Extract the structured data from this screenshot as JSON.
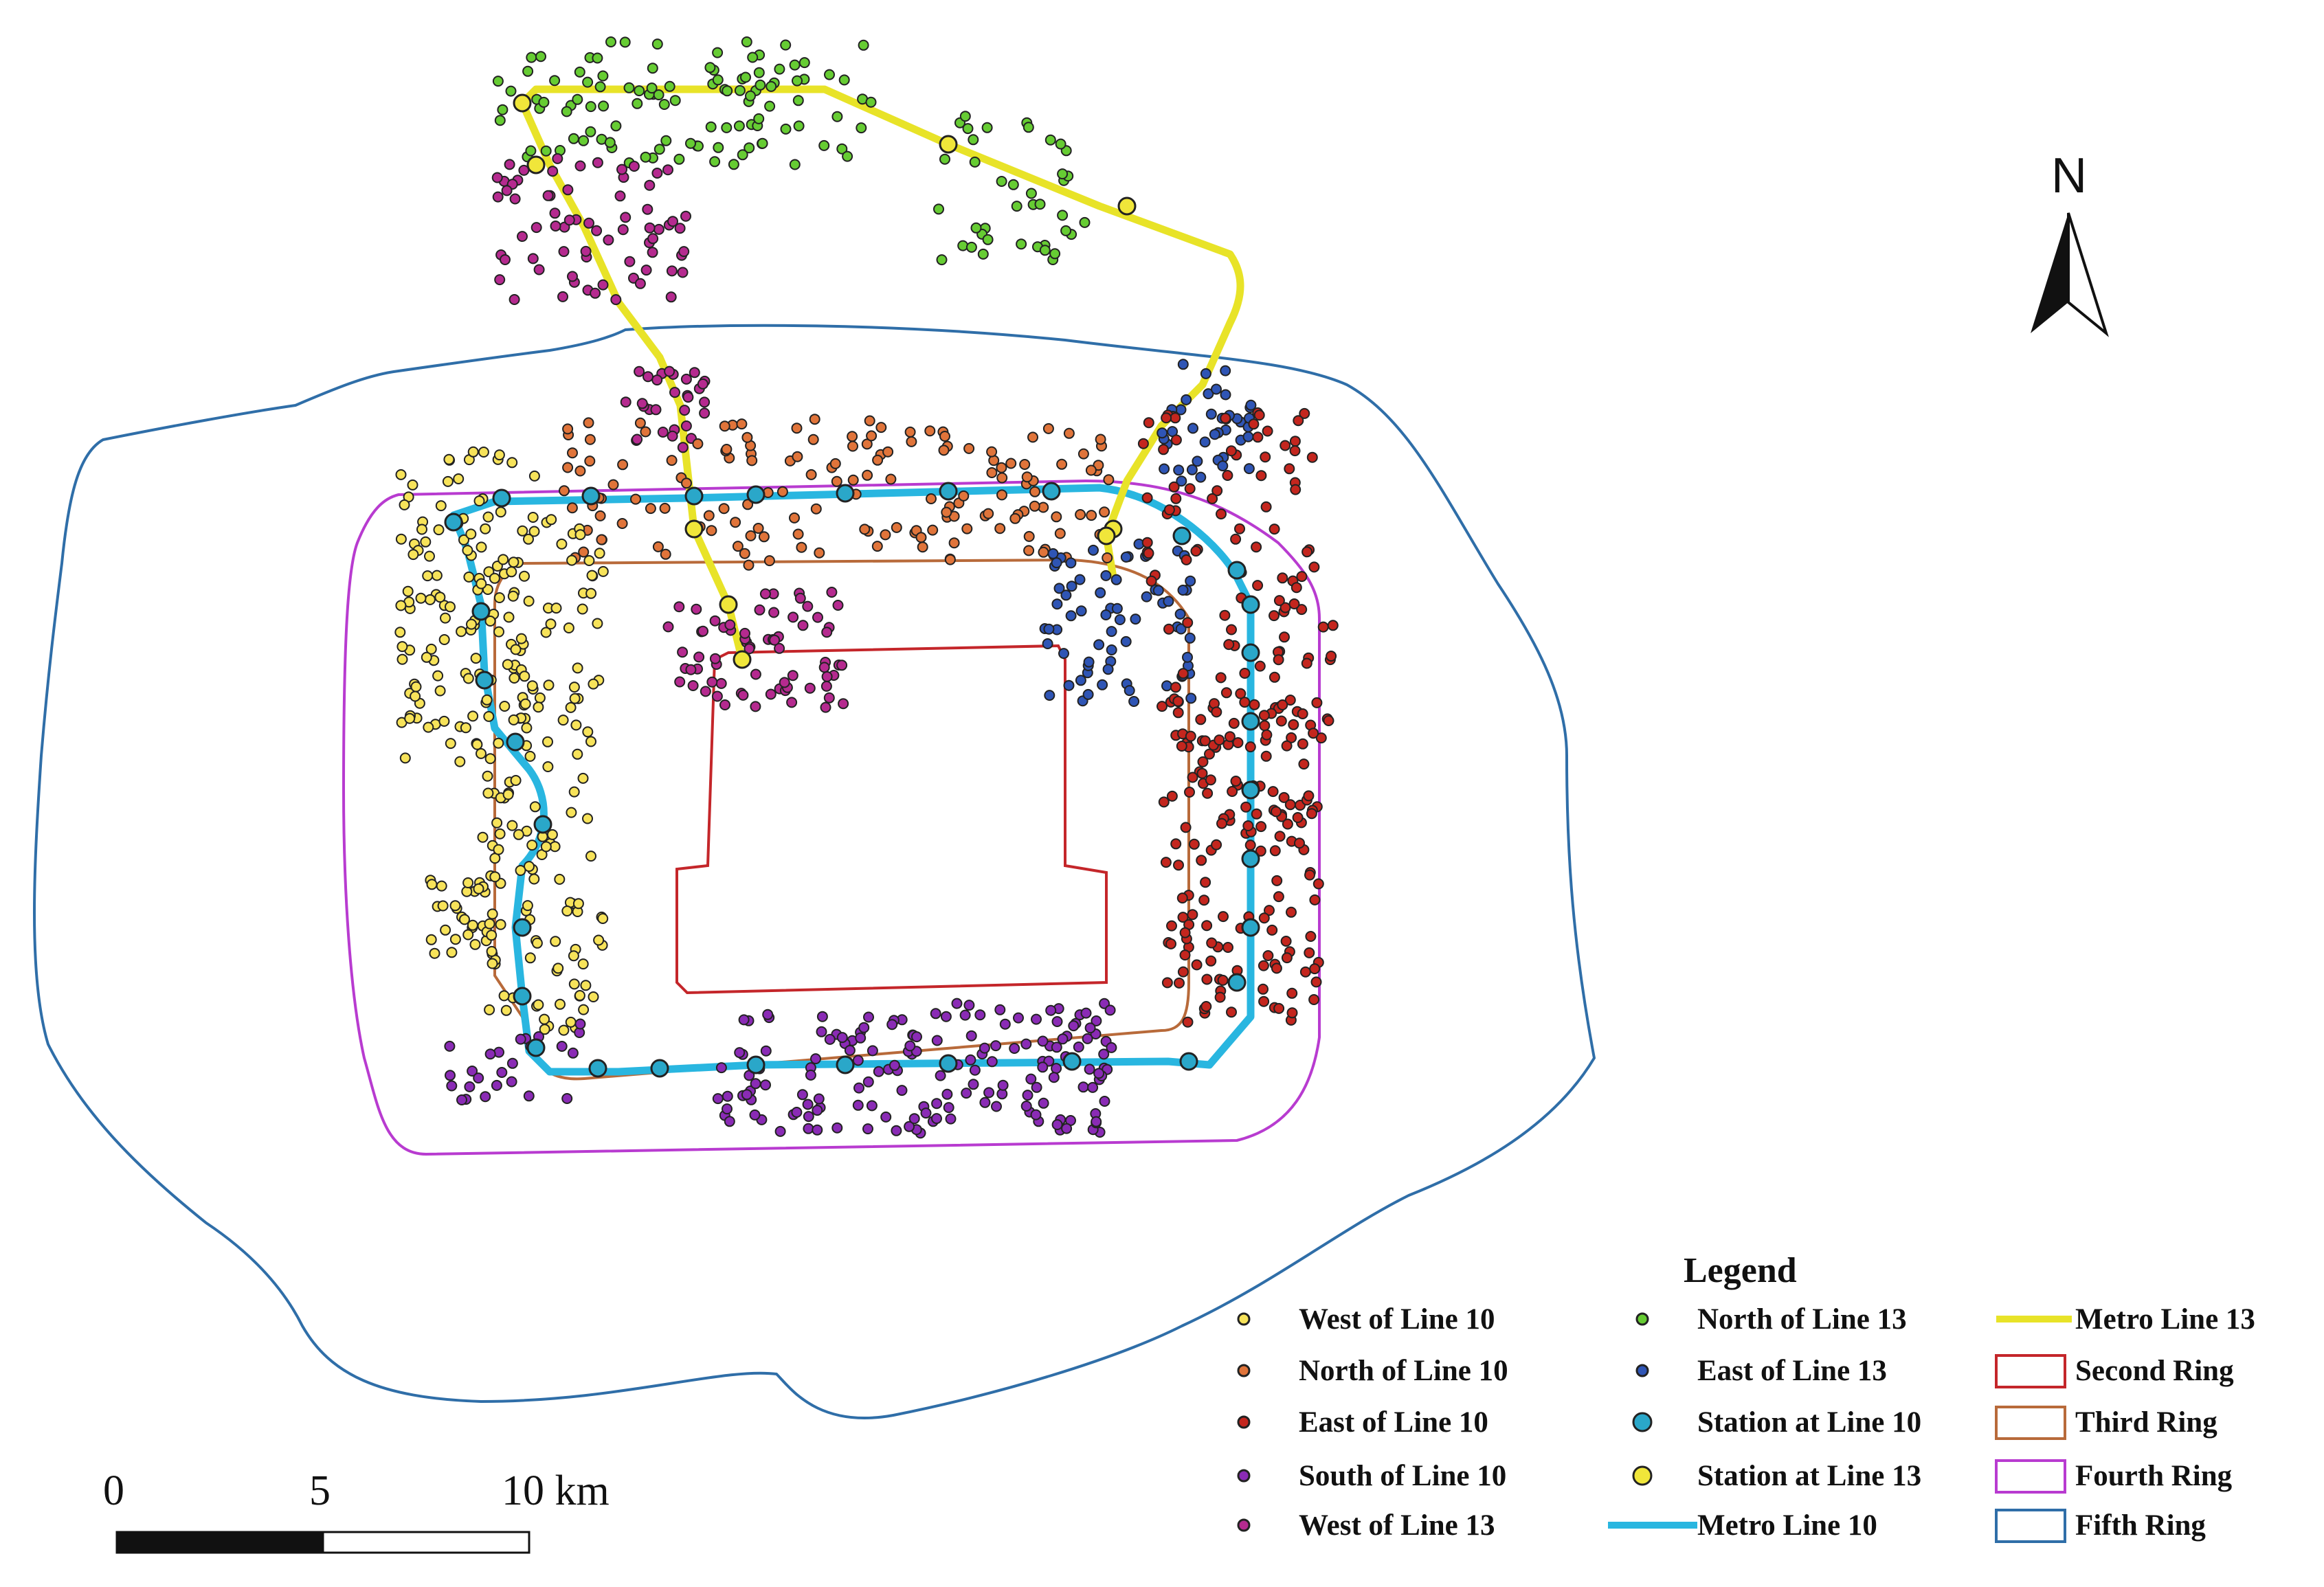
{
  "legend": {
    "title": "Legend",
    "items": [
      {
        "label": "West of Line 10",
        "kind": "dot",
        "color": "#f7e35a"
      },
      {
        "label": "North of Line 10",
        "kind": "dot",
        "color": "#e0743a"
      },
      {
        "label": "East of Line 10",
        "kind": "dot",
        "color": "#c4261e"
      },
      {
        "label": "South of Line 10",
        "kind": "dot",
        "color": "#8a2bb5"
      },
      {
        "label": "West of Line 13",
        "kind": "dot",
        "color": "#b52a8f"
      },
      {
        "label": "North of Line 13",
        "kind": "dot",
        "color": "#66cc33"
      },
      {
        "label": "East of Line 13",
        "kind": "dot",
        "color": "#2f55b5"
      },
      {
        "label": "Station at Line 10",
        "kind": "station",
        "color": "#2aa7c9"
      },
      {
        "label": "Station at Line 13",
        "kind": "station",
        "color": "#f0e63a"
      },
      {
        "label": "Metro Line 10",
        "kind": "line",
        "color": "#29b6e0"
      },
      {
        "label": "Metro Line 13",
        "kind": "line",
        "color": "#e8e328"
      },
      {
        "label": "Second Ring",
        "kind": "box",
        "color": "#c4262a"
      },
      {
        "label": "Third Ring",
        "kind": "box",
        "color": "#b86a3a"
      },
      {
        "label": "Fourth Ring",
        "kind": "box",
        "color": "#b83bd0"
      },
      {
        "label": "Fifth Ring",
        "kind": "box",
        "color": "#2f6ea8"
      }
    ]
  },
  "scale": {
    "labels": [
      "0",
      "5",
      "10 km"
    ]
  },
  "north_arrow": {
    "label": "N"
  }
}
